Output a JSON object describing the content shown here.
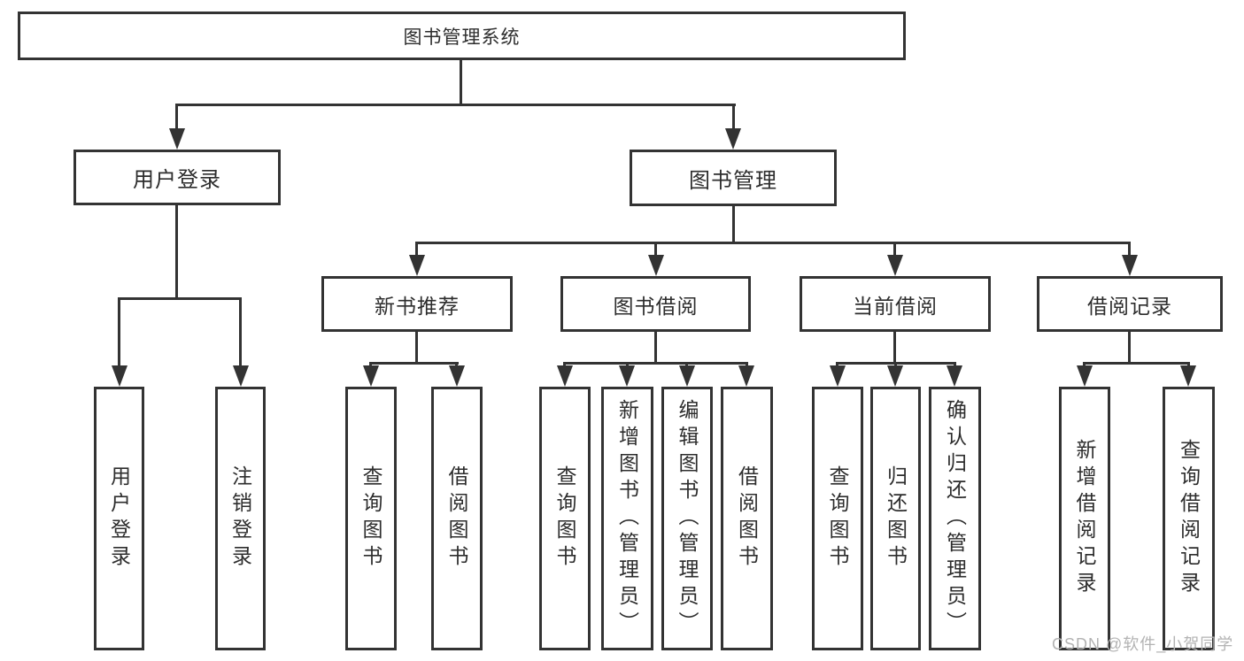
{
  "tree": {
    "root": "图书管理系统",
    "branches": [
      {
        "label": "用户登录",
        "children": [
          {
            "label": "用户登录"
          },
          {
            "label": "注销登录"
          }
        ]
      },
      {
        "label": "图书管理",
        "children": [
          {
            "label": "新书推荐",
            "children": [
              {
                "label": "查询图书"
              },
              {
                "label": "借阅图书"
              }
            ]
          },
          {
            "label": "图书借阅",
            "children": [
              {
                "label": "查询图书"
              },
              {
                "label": "新增图书（管理员）"
              },
              {
                "label": "编辑图书（管理员）"
              },
              {
                "label": "借阅图书"
              }
            ]
          },
          {
            "label": "当前借阅",
            "children": [
              {
                "label": "查询图书"
              },
              {
                "label": "归还图书"
              },
              {
                "label": "确认归还（管理员）"
              }
            ]
          },
          {
            "label": "借阅记录",
            "children": [
              {
                "label": "新增借阅记录"
              },
              {
                "label": "查询借阅记录"
              }
            ]
          }
        ]
      }
    ]
  },
  "watermark": "CSDN @软件_小贺同学",
  "colors": {
    "line": "#333333",
    "text": "#2d2d2d",
    "background": "#ffffff",
    "watermark": "#b3b3b3"
  }
}
